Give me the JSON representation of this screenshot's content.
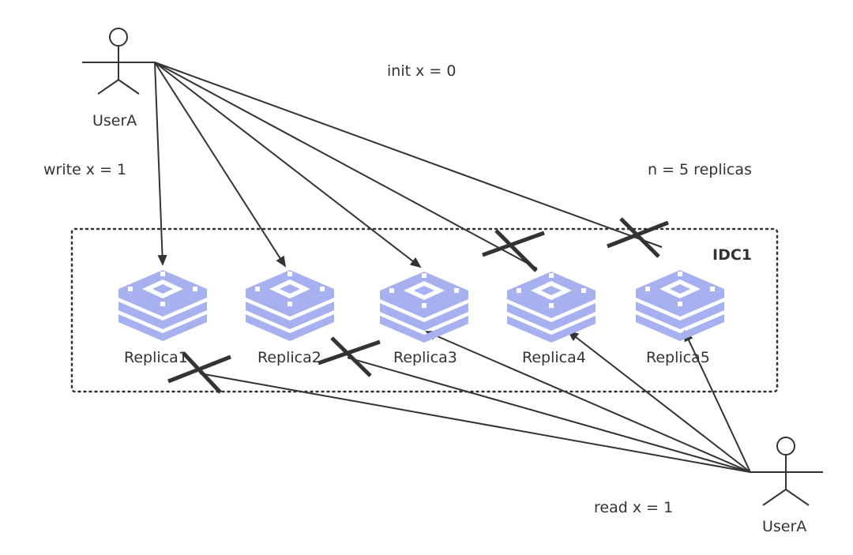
{
  "labels": {
    "user_top": "UserA",
    "user_bottom": "UserA",
    "init": "init x = 0",
    "write": "write x = 1",
    "replicas_count": "n = 5 replicas",
    "idc": "IDC1",
    "read": "read x = 1"
  },
  "replicas": [
    {
      "name": "Replica1"
    },
    {
      "name": "Replica2"
    },
    {
      "name": "Replica3"
    },
    {
      "name": "Replica4"
    },
    {
      "name": "Replica5"
    }
  ],
  "colors": {
    "line": "#333333",
    "replica_fill": "#a7b1f0",
    "replica_dark": "#8e9ae8",
    "background": "#ffffff"
  },
  "icons": {
    "user": "stick-figure-actor-icon",
    "replica": "stacked-layers-icon",
    "failure": "x-cross-icon"
  }
}
